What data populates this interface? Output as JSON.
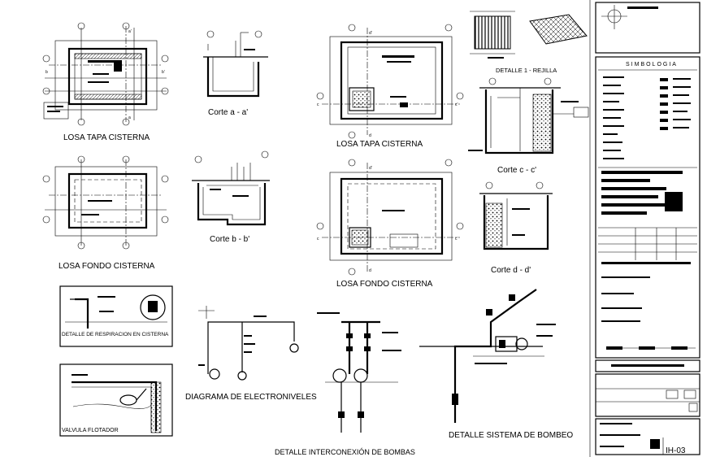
{
  "drawing": {
    "sheet_code": "IH-03",
    "legend_title": "SIMBOLOGIA"
  },
  "views": {
    "losa_tapa_1": "LOSA TAPA CISTERNA",
    "losa_fondo_1": "LOSA FONDO CISTERNA",
    "corte_aa": "Corte a - a'",
    "corte_bb": "Corte b - b'",
    "losa_tapa_2": "LOSA TAPA CISTERNA",
    "losa_fondo_2": "LOSA FONDO CISTERNA",
    "detalle_rejilla": "DETALLE 1 -  REJILLA",
    "corte_cc": "Corte c - c'",
    "corte_dd": "Corte d - d'",
    "detalle_respiracion": "DETALLE DE RESPIRACION EN CISTERNA",
    "valvula_flotador": "VALVULA FLOTADOR",
    "diagrama_electroniveles": "DIAGRAMA DE ELECTRONIVELES",
    "detalle_interconexion": "DETALLE INTERCONEXIÓN DE BOMBAS",
    "detalle_bombeo": "DETALLE SISTEMA DE BOMBEO"
  },
  "section_marks": {
    "a": "a",
    "a_prime": "a'",
    "b": "b",
    "b_prime": "b'",
    "c": "c",
    "c_prime": "c'",
    "d": "d",
    "d_prime": "d'"
  }
}
